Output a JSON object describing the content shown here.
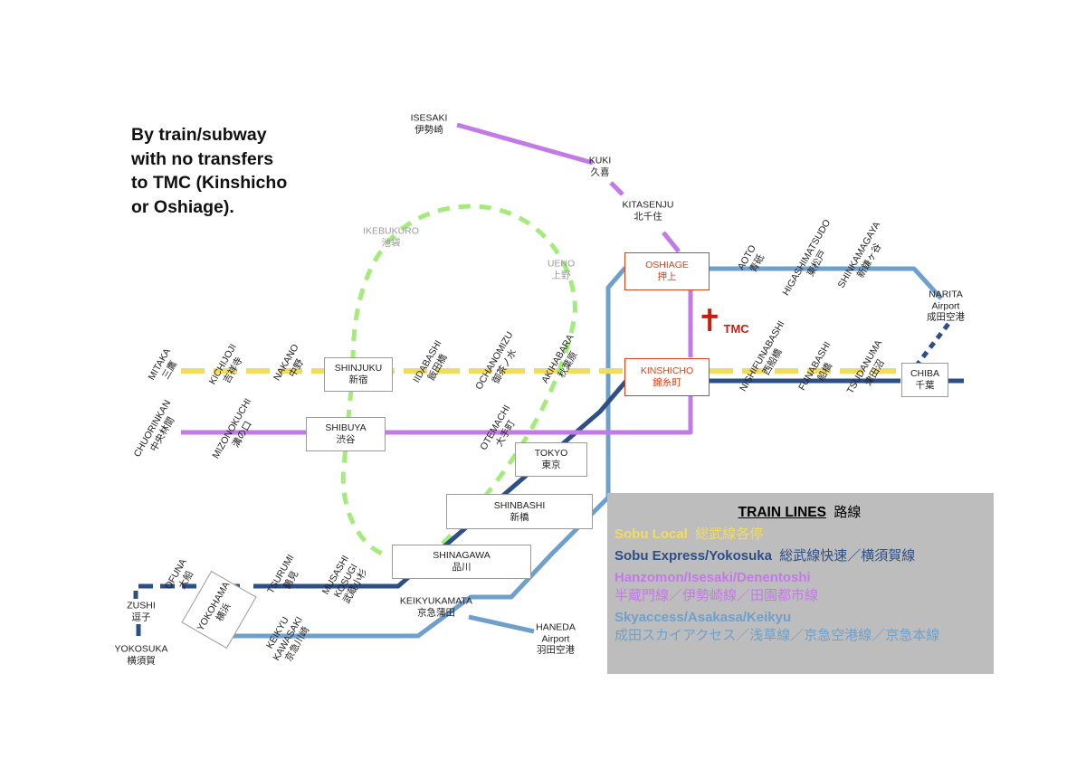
{
  "intro": [
    "By train/subway",
    "with no transfers",
    "to TMC (Kinshicho",
    "or Oshiage)."
  ],
  "colors": {
    "sobu_local": "#f2dc5d",
    "sobu_express": "#2d4f86",
    "hanzomon": "#c27ae6",
    "skyaccess": "#6fa0cc",
    "yamanote": "#a3ec7b",
    "tmc_red": "#c81e0f",
    "station_red": "#d4451c"
  },
  "stations": {
    "isesaki": {
      "en": "ISESAKI",
      "ja": "伊勢崎"
    },
    "kuki": {
      "en": "KUKI",
      "ja": "久喜"
    },
    "kitasenju": {
      "en": "KITASENJU",
      "ja": "北千住"
    },
    "ikebukuro": {
      "en": "IKEBUKURO",
      "ja": "池袋"
    },
    "ueno": {
      "en": "UENO",
      "ja": "上野"
    },
    "oshiage": {
      "en": "OSHIAGE",
      "ja": "押上"
    },
    "kinshicho": {
      "en": "KINSHICHO",
      "ja": "錦糸町"
    },
    "shinjuku": {
      "en": "SHINJUKU",
      "ja": "新宿"
    },
    "shibuya": {
      "en": "SHIBUYA",
      "ja": "渋谷"
    },
    "tokyo": {
      "en": "TOKYO",
      "ja": "東京"
    },
    "shinbashi": {
      "en": "SHINBASHI",
      "ja": "新橋"
    },
    "shinagawa": {
      "en": "SHINAGAWA",
      "ja": "品川"
    },
    "chiba": {
      "en": "CHIBA",
      "ja": "千葉"
    },
    "narita": {
      "en": "NARITA",
      "mid": "Airport",
      "ja": "成田空港"
    },
    "haneda": {
      "en": "HANEDA",
      "mid": "Airport",
      "ja": "羽田空港"
    },
    "keikyukamata": {
      "en": "KEIKYUKAMATA",
      "ja": "京急蒲田"
    },
    "zushi": {
      "en": "ZUSHI",
      "ja": "逗子"
    },
    "yokosuka": {
      "en": "YOKOSUKA",
      "ja": "横須賀"
    },
    "yokohama": {
      "en": "YOKOHAMA",
      "ja": "横浜"
    },
    "mitaka": {
      "en": "MITAKA",
      "ja": "三鷹"
    },
    "kichijoji": {
      "en": "KICHIJOJI",
      "ja": "吉祥寺"
    },
    "nakano": {
      "en": "NAKANO",
      "ja": "中野"
    },
    "iidabashi": {
      "en": "IIDABASHI",
      "ja": "飯田橋"
    },
    "ochanomizu": {
      "en": "OCHANOMIZU",
      "ja": "御茶ノ水"
    },
    "akihabara": {
      "en": "AKIHABARA",
      "ja": "秋葉原"
    },
    "chuorinkan": {
      "en": "CHUORINKAN",
      "ja": "中央林間"
    },
    "mizonokuchi": {
      "en": "MIZONOKUCHI",
      "ja": "溝の口"
    },
    "otemachi": {
      "en": "OTEMACHI",
      "ja": "大手町"
    },
    "aoto": {
      "en": "AOTO",
      "ja": "青砥"
    },
    "higashimatsudo": {
      "en": "HIGASHIMATSUDO",
      "ja": "東松戸"
    },
    "shinkamagaya": {
      "en": "SHINKAMAGAYA",
      "ja": "新鎌ヶ谷"
    },
    "nishifunabashi": {
      "en": "NISHIFUNABASHI",
      "ja": "西船橋"
    },
    "funabashi": {
      "en": "FUNABASHI",
      "ja": "船橋"
    },
    "tsudanuma": {
      "en": "TSUDANUMA",
      "ja": "津田沼"
    },
    "ofuna": {
      "en": "OFUNA",
      "ja": "大船"
    },
    "tsurumi": {
      "en": "TSURUMI",
      "ja": "鶴見"
    },
    "musashikosugi": {
      "en1": "MUSASHI",
      "en2": "KOSUGI",
      "ja": "武蔵小杉"
    },
    "keikyukawasaki": {
      "en1": "KEIKYU",
      "en2": "KAWASAKI",
      "ja": "京急川崎"
    }
  },
  "tmc_label": "TMC",
  "legend": {
    "title": "TRAIN LINES",
    "title_ja": "路線",
    "rows": [
      {
        "name": "Sobu Local",
        "ja": "総武線各停",
        "color": "#f2dc5d"
      },
      {
        "name": "Sobu Express/Yokosuka",
        "ja": "総武線快速／横須賀線",
        "color": "#2d4f86"
      },
      {
        "name": "Hanzomon/Isesaki/Denentoshi",
        "ja": "半蔵門線／伊勢崎線／田園都市線",
        "color": "#c27ae6"
      },
      {
        "name": "Skyaccess/Asakasa/Keikyu",
        "ja": "成田スカイアクセス／浅草線／京急空港線／京急本線",
        "color": "#6fa0cc"
      }
    ]
  }
}
